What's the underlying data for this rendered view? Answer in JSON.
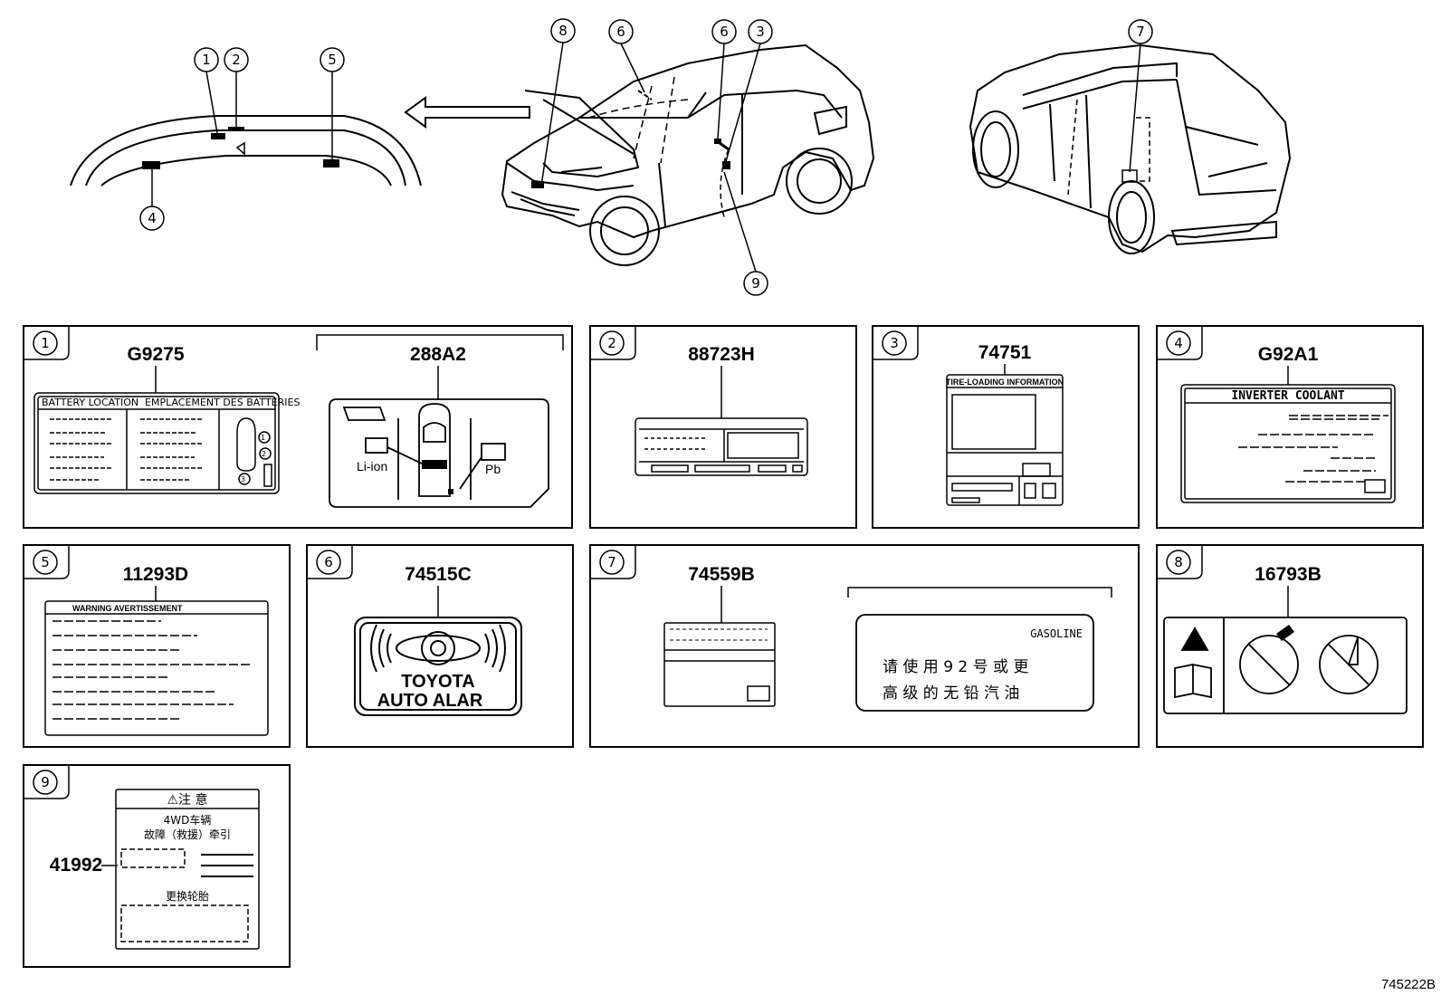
{
  "callouts": [
    "1",
    "2",
    "3",
    "4",
    "5",
    "6",
    "7",
    "8",
    "9"
  ],
  "panels": [
    {
      "num": "1",
      "parts": [
        "G9275",
        "288A2"
      ],
      "label_text": {
        "header_left": "BATTERY LOCATION",
        "header_right": "EMPLACEMENT DES BATTERIES",
        "li": "Li-ion",
        "pb": "Pb"
      }
    },
    {
      "num": "2",
      "parts": [
        "88723H"
      ]
    },
    {
      "num": "3",
      "parts": [
        "74751"
      ],
      "label_text": {
        "header": "TIRE-LOADING INFORMATION"
      }
    },
    {
      "num": "4",
      "parts": [
        "G92A1"
      ],
      "label_text": {
        "header": "INVERTER COOLANT"
      }
    },
    {
      "num": "5",
      "parts": [
        "11293D"
      ],
      "label_text": {
        "header": "WARNING AVERTISSEMENT"
      }
    },
    {
      "num": "6",
      "parts": [
        "74515C"
      ],
      "label_text": {
        "line1": "TOYOTA",
        "line2": "AUTO ALAR"
      }
    },
    {
      "num": "7",
      "parts": [
        "74559B"
      ],
      "label_text": {
        "gasoline": "GASOLINE",
        "line1": "请 使 用 9 2 号 或 更",
        "line2": "高 级 的 无 铅 汽 油"
      }
    },
    {
      "num": "8",
      "parts": [
        "16793B"
      ]
    },
    {
      "num": "9",
      "parts": [
        "41992"
      ],
      "label_text": {
        "header": "⚠注 意",
        "l1": "4WD车辆",
        "l2": "故障（救援）牵引",
        "l3": "更换轮胎"
      }
    }
  ],
  "diagram_id": "745222B"
}
